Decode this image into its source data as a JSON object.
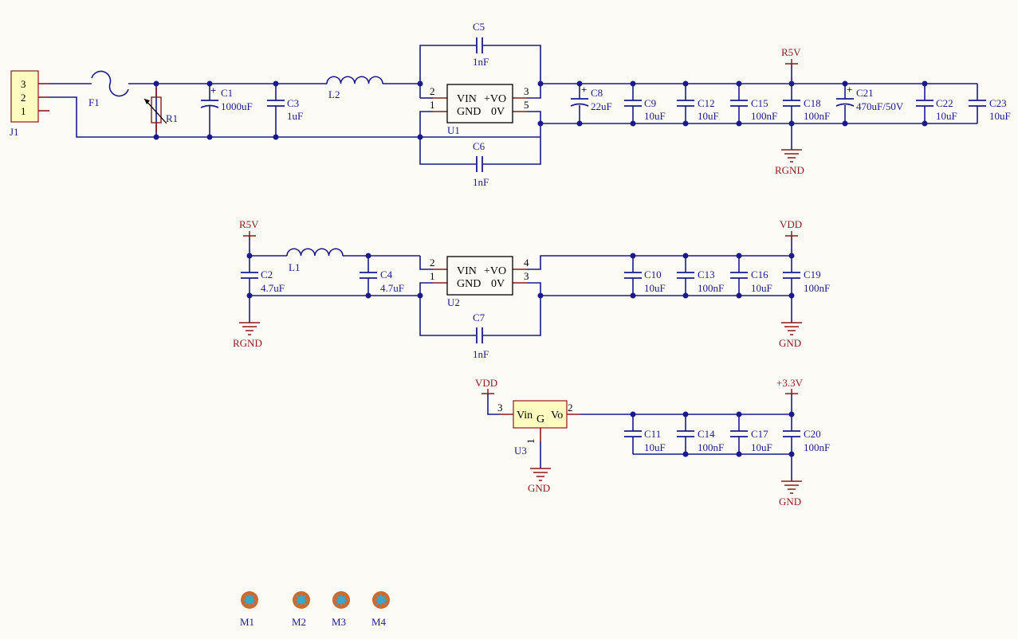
{
  "labels": {
    "J1": "J1",
    "F1": "F1",
    "R1": "R1",
    "C1": "C1",
    "C1v": "1000uF",
    "C3": "C3",
    "C3v": "1uF",
    "L2": "L2",
    "C5": "C5",
    "C5v": "1nF",
    "C6": "C6",
    "C6v": "1nF",
    "U1": "U1",
    "C8": "C8",
    "C8v": "22uF",
    "C9": "C9",
    "C9v": "10uF",
    "C12": "C12",
    "C12v": "10uF",
    "C15": "C15",
    "C15v": "100nF",
    "C18": "C18",
    "C18v": "100nF",
    "C21": "C21",
    "C21v": "470uF/50V",
    "C22": "C22",
    "C22v": "10uF",
    "C23": "C23",
    "C23v": "10uF",
    "C2": "C2",
    "C2v": "4.7uF",
    "L1": "L1",
    "C4": "C4",
    "C4v": "4.7uF",
    "U2": "U2",
    "C7": "C7",
    "C7v": "1nF",
    "C10": "C10",
    "C10v": "10uF",
    "C13": "C13",
    "C13v": "100nF",
    "C16": "C16",
    "C16v": "10uF",
    "C19": "C19",
    "C19v": "100nF",
    "U3": "U3",
    "C11": "C11",
    "C11v": "10uF",
    "C14": "C14",
    "C14v": "100nF",
    "C17": "C17",
    "C17v": "10uF",
    "C20": "C20",
    "C20v": "100nF",
    "M1": "M1",
    "M2": "M2",
    "M3": "M3",
    "M4": "M4"
  },
  "power": {
    "r5v_top": "R5V",
    "rgnd_top": "RGND",
    "r5v_mid": "R5V",
    "rgnd_mid": "RGND",
    "vdd_mid": "VDD",
    "gnd_mid": "GND",
    "vdd_bot": "VDD",
    "gnd_u3": "GND",
    "v33": "+3.3V",
    "gnd_bot": "GND"
  },
  "pins": {
    "j1_3": "3",
    "j1_2": "2",
    "j1_1": "1",
    "u1_2": "2",
    "u1_1": "1",
    "u1_3": "3",
    "u1_5": "5",
    "u1_vin": "VIN",
    "u1_vo": "+VO",
    "u1_gnd": "GND",
    "u1_0v": "0V",
    "u2_2": "2",
    "u2_1": "1",
    "u2_4": "4",
    "u2_3": "3",
    "u2_vin": "VIN",
    "u2_vo": "+VO",
    "u2_gnd": "GND",
    "u2_0v": "0V",
    "u3_3": "3",
    "u3_2": "2",
    "u3_1": "1",
    "u3_vin": "Vin",
    "u3_g": "G",
    "u3_vo": "Vo"
  },
  "colors": {
    "wire": "#1a1a8c",
    "power": "#8b1a1a",
    "body": "#fdfbbf",
    "background": "#fdfbf5",
    "hole": "#cc6a2e",
    "hole_center": "#3aa6c8"
  }
}
